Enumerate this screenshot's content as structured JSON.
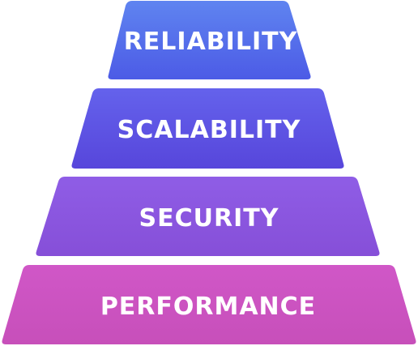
{
  "pyramid": {
    "tiers": [
      {
        "label": "RELIABILITY",
        "color_top": "#5f84f0",
        "color_bottom": "#4c5be6"
      },
      {
        "label": "SCALABILITY",
        "color_top": "#6462ec",
        "color_bottom": "#5746db"
      },
      {
        "label": "SECURITY",
        "color_top": "#8f5de6",
        "color_bottom": "#864fd8"
      },
      {
        "label": "PERFORMANCE",
        "color_top": "#d057c7",
        "color_bottom": "#c74fba"
      }
    ]
  }
}
